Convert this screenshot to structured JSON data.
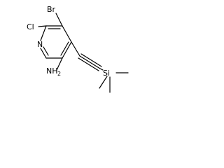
{
  "molecule": {
    "atoms": {
      "br": "Br",
      "cl": "Cl",
      "n": "N",
      "nh2_main": "NH",
      "nh2_sub": "2",
      "si": "Si"
    }
  }
}
